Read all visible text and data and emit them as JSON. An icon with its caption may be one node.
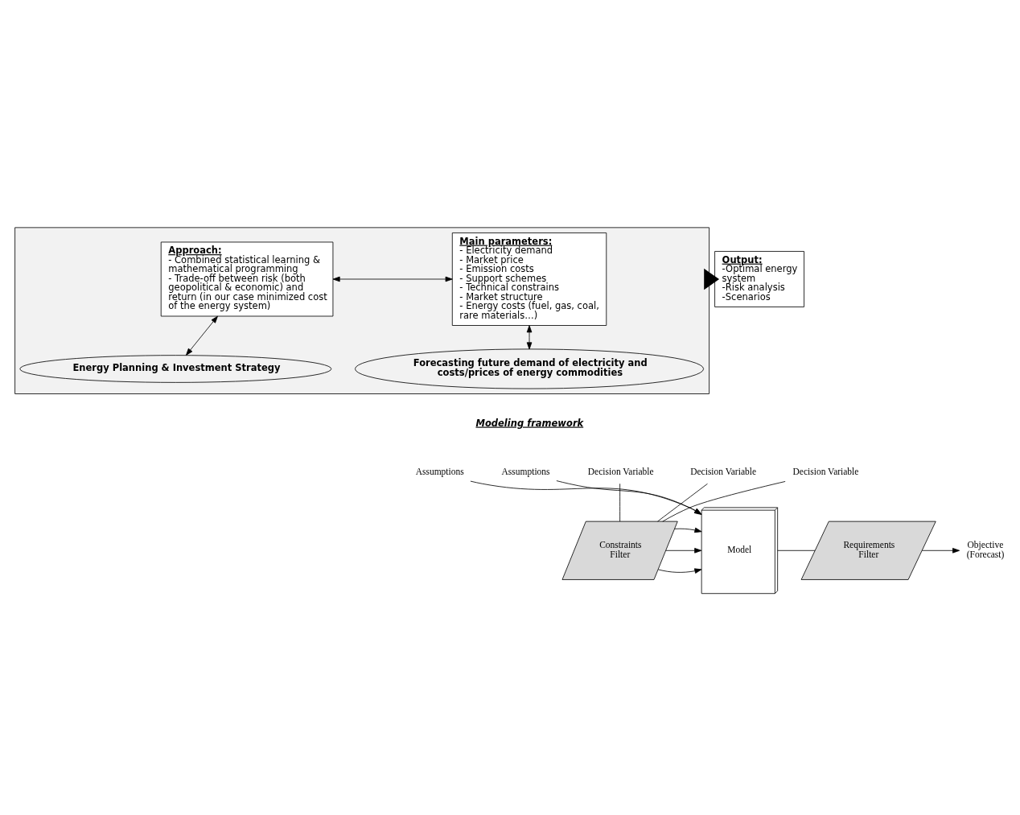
{
  "diagram": {
    "nodes": [
      {
        "text": [],
        "shape": "box"
      },
      {
        "text": [
          "Approach:",
          "- Combined statistical learning & mathematical programming",
          "- Trade-off between risk (both geopolitical & economic) and return (in our case minimized cost of the energy system)"
        ],
        "in": 0
      },
      {
        "text": [
          "Main parameters:",
          "- Electricity demand",
          "- Market price",
          "- Emission costs",
          "- Support schemes",
          "- Technical constrains",
          "- Market structure",
          "- Energy costs (fuel, gas, coal, rare materials…)"
        ],
        "in": 0
      },
      {
        "text": [
          "Energy Planning & Investment Strategy"
        ],
        "in": 0
      },
      {
        "text": [
          "Forecasting future demand of electricity and costs/prices of energy commodities"
        ],
        "in": 0
      },
      {
        "text": [
          "Output:",
          "-Optimal energy system",
          "-Risk analysis",
          "-Scenarios"
        ]
      },
      {
        "text": [
          "Assumptions"
        ]
      },
      {
        "text": [
          "Assumptions"
        ]
      },
      {
        "text": [
          "Decision Variable"
        ]
      },
      {
        "text": [
          "Decision Variable"
        ]
      },
      {
        "text": [
          "Decision Variable"
        ]
      },
      {
        "text": [
          "Constraints Filter"
        ]
      },
      {
        "text": [
          "Model"
        ]
      },
      {
        "text": [
          "Requirements Filter"
        ]
      },
      {
        "text": [
          "Objective (Forecast)"
        ]
      }
    ],
    "edges": [
      {
        "from": 1,
        "to": 2,
        "arrow": "both"
      },
      {
        "from": 1,
        "to": 3,
        "arrow": "both"
      },
      {
        "from": 2,
        "to": 4,
        "arrow": "both"
      },
      {
        "from": 0,
        "to": 5,
        "arrow": "to",
        "style": "thick"
      },
      {
        "from": 6,
        "to": 12,
        "arrow": "to"
      },
      {
        "from": 7,
        "to": 12,
        "arrow": "to"
      },
      {
        "from": 8,
        "to": 11,
        "arrow": "none"
      },
      {
        "from": 9,
        "to": 11,
        "arrow": "none"
      },
      {
        "from": 10,
        "to": 11,
        "arrow": "none"
      },
      {
        "from": 11,
        "to": 12,
        "arrow": "to"
      },
      {
        "from": 11,
        "to": 12,
        "arrow": "to"
      },
      {
        "from": 11,
        "to": 12,
        "arrow": "to"
      },
      {
        "from": 12,
        "to": 13,
        "arrow": "none"
      },
      {
        "from": 13,
        "to": 14,
        "arrow": "to"
      }
    ],
    "labels": [
      "Modeling framework"
    ]
  }
}
